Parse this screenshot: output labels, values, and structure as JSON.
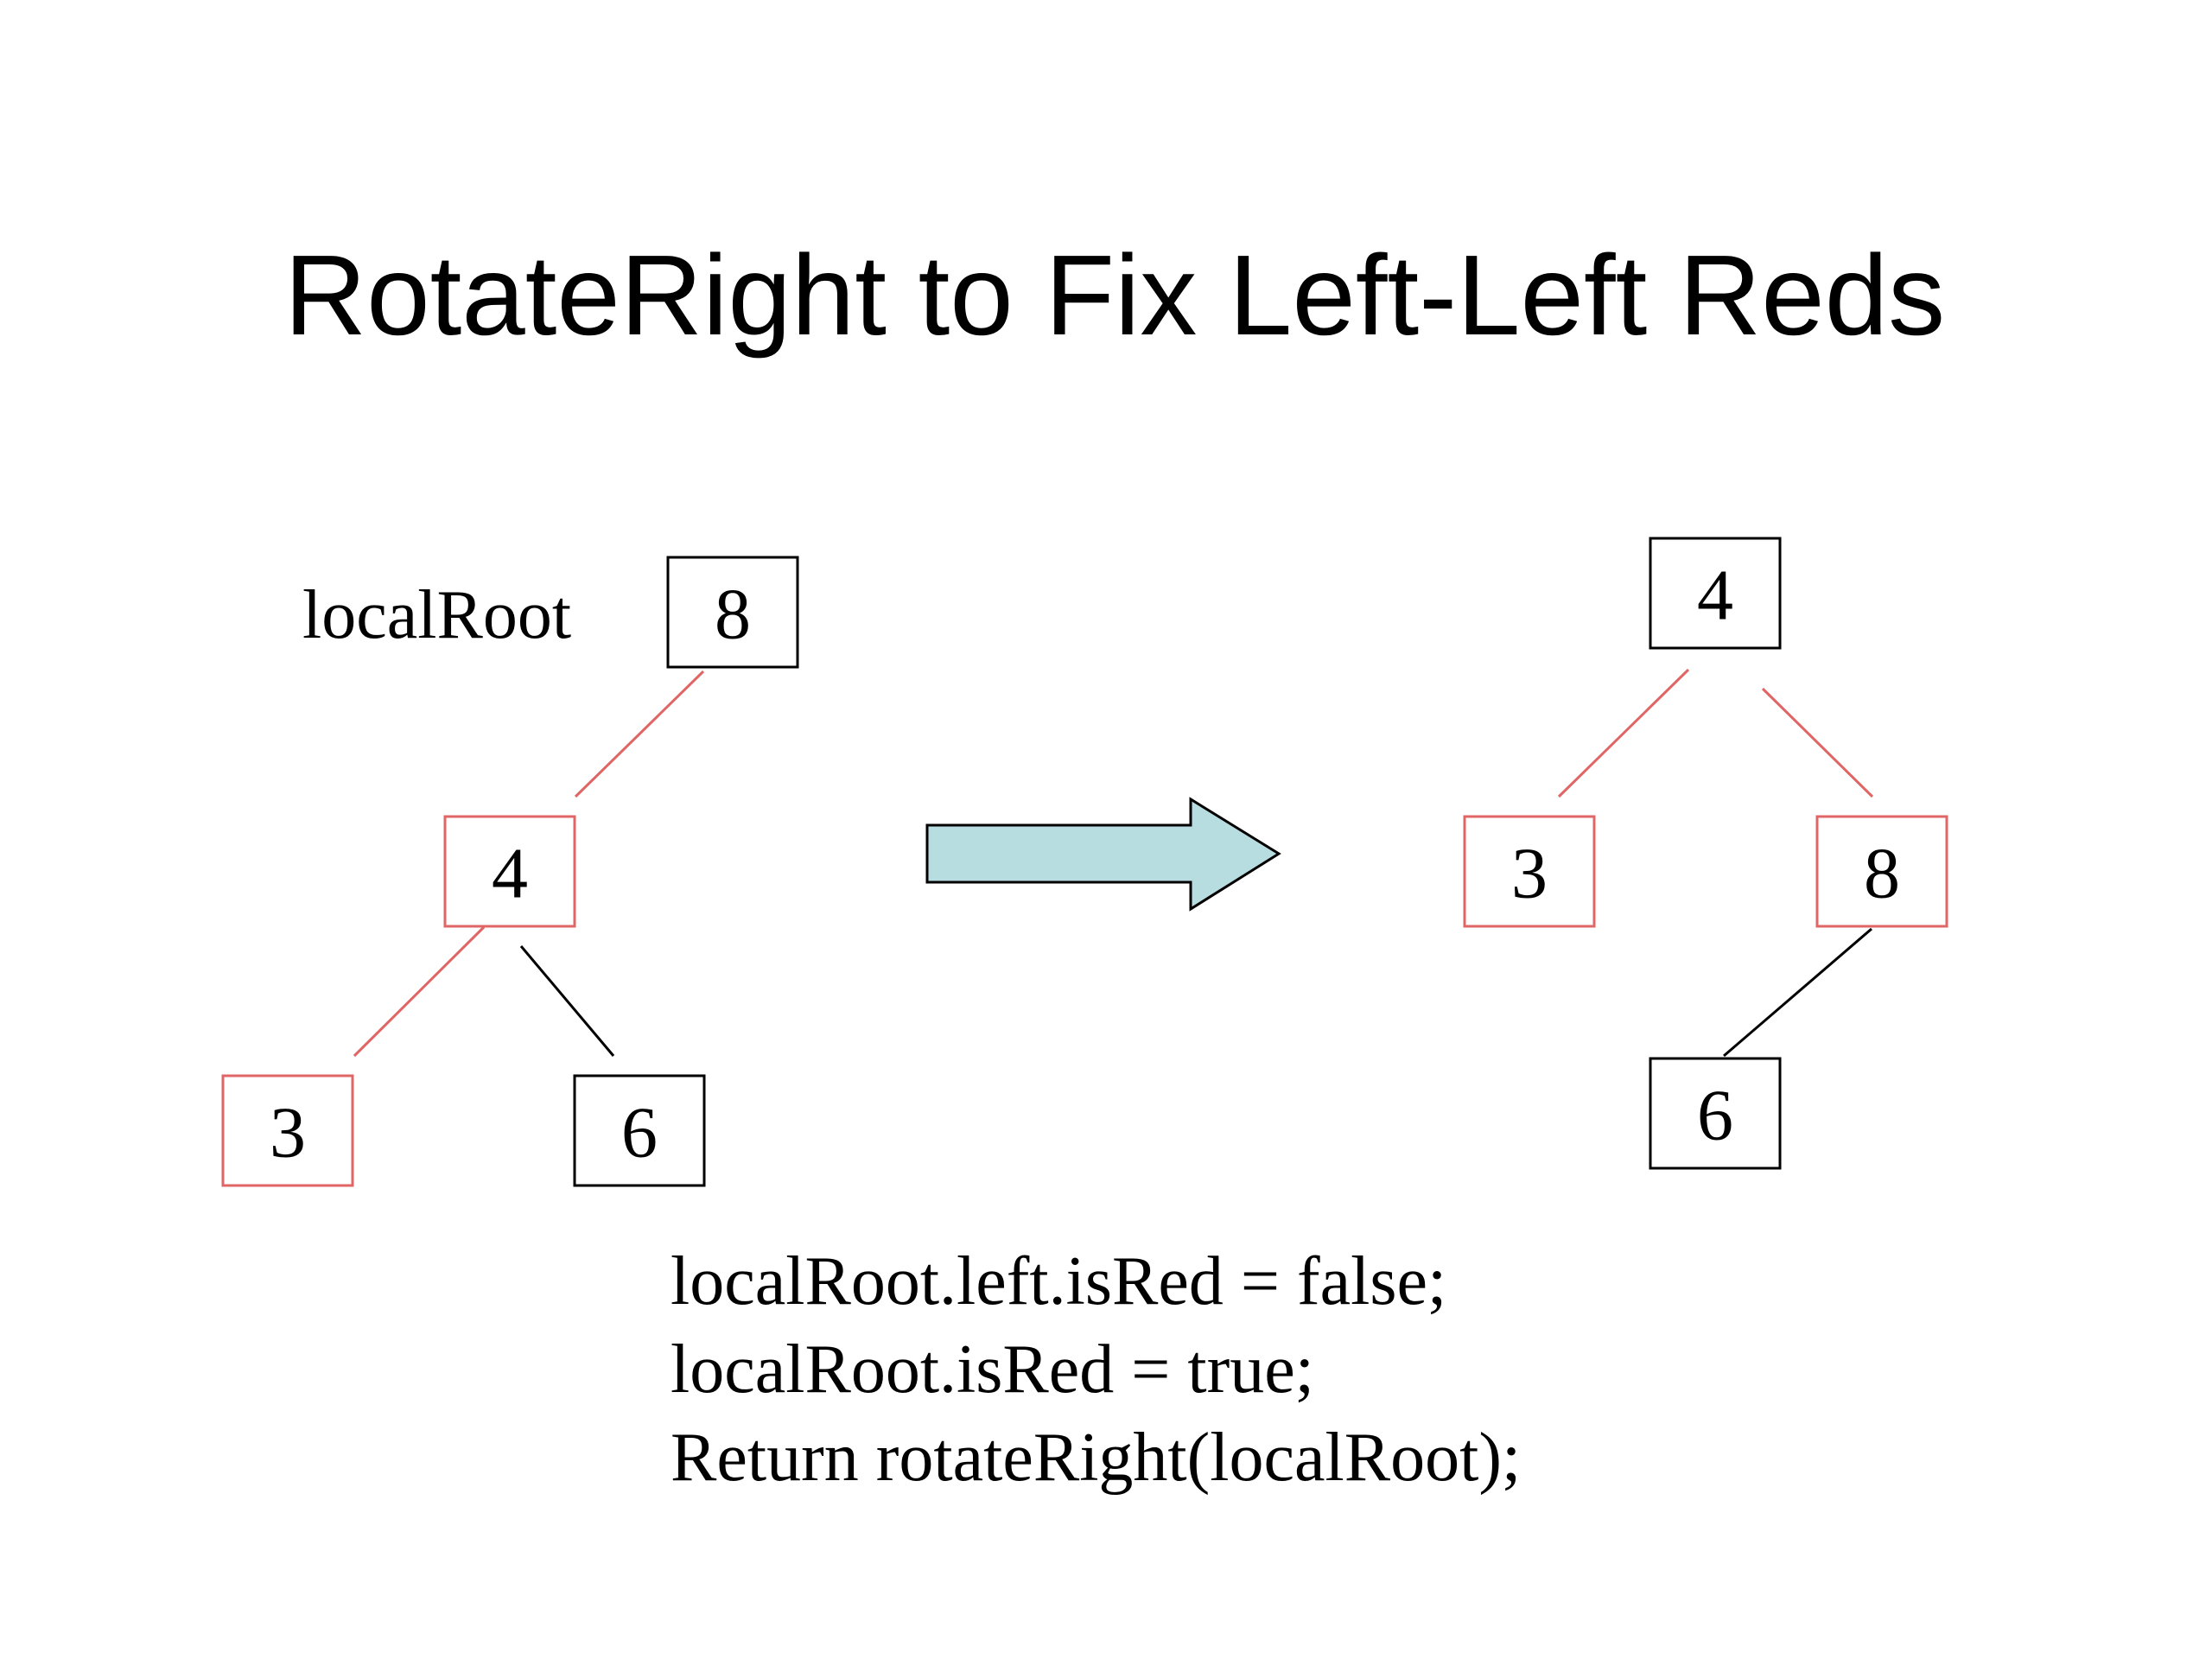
{
  "title": "RotateRight to Fix Left-Left Reds",
  "colors": {
    "red_node": "#e06666",
    "black_node": "#000000",
    "arrow_fill": "#b7dde0",
    "arrow_stroke": "#000000"
  },
  "diagram": {
    "local_root_label": "localRoot",
    "before_tree": {
      "nodes": [
        {
          "id": "b8",
          "label": "8",
          "color": "black"
        },
        {
          "id": "b4",
          "label": "4",
          "color": "red"
        },
        {
          "id": "b3",
          "label": "3",
          "color": "red"
        },
        {
          "id": "b6",
          "label": "6",
          "color": "black"
        }
      ],
      "edges": [
        {
          "from": "b8",
          "to": "b4",
          "color": "red"
        },
        {
          "from": "b4",
          "to": "b3",
          "color": "red"
        },
        {
          "from": "b4",
          "to": "b6",
          "color": "black"
        }
      ]
    },
    "arrow": "right-arrow",
    "after_tree": {
      "nodes": [
        {
          "id": "a4",
          "label": "4",
          "color": "black"
        },
        {
          "id": "a3",
          "label": "3",
          "color": "red"
        },
        {
          "id": "a8",
          "label": "8",
          "color": "red"
        },
        {
          "id": "a6",
          "label": "6",
          "color": "black"
        }
      ],
      "edges": [
        {
          "from": "a4",
          "to": "a3",
          "color": "red"
        },
        {
          "from": "a4",
          "to": "a8",
          "color": "red"
        },
        {
          "from": "a8",
          "to": "a6",
          "color": "black"
        }
      ]
    }
  },
  "code": {
    "lines": [
      "localRoot.left.isRed = false;",
      "localRoot.isRed = true;",
      "Return rotateRight(localRoot);"
    ]
  }
}
